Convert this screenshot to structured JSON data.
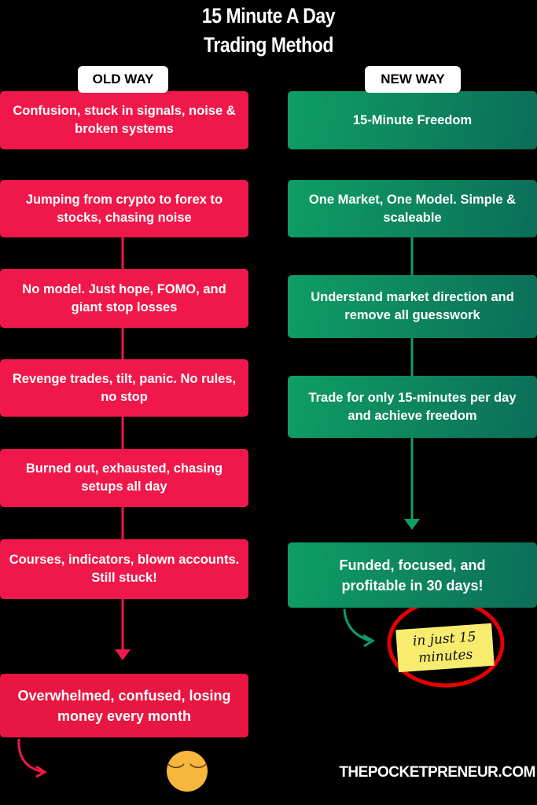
{
  "title_line1": "15 Minute A Day",
  "title_line2": "Trading Method",
  "old_label": "OLD WAY",
  "new_label": "NEW WAY",
  "old_steps": [
    "Confusion, stuck in signals, noise & broken systems",
    "Jumping from crypto to forex to stocks, chasing noise",
    "No model. Just hope, FOMO, and giant stop losses",
    "Revenge trades, tilt, panic. No rules, no stop",
    "Burned out, exhausted, chasing setups all day",
    "Courses, indicators, blown accounts. Still stuck!"
  ],
  "old_result": "Overwhelmed, confused, losing money every month",
  "new_steps": [
    "15-Minute Freedom",
    "One Market, One Model. Simple & scaleable",
    "Understand market direction and remove all guesswork",
    "Trade for only 15-minutes per day and achieve freedom"
  ],
  "new_result": "Funded, focused, and profitable in 30 days!",
  "note": "in just 15 minutes",
  "footer": "THEPOCKETPRENEUR.COM",
  "colors": {
    "red": "#f0184a",
    "green": "#0f9e64",
    "note": "#f7ec6e"
  }
}
